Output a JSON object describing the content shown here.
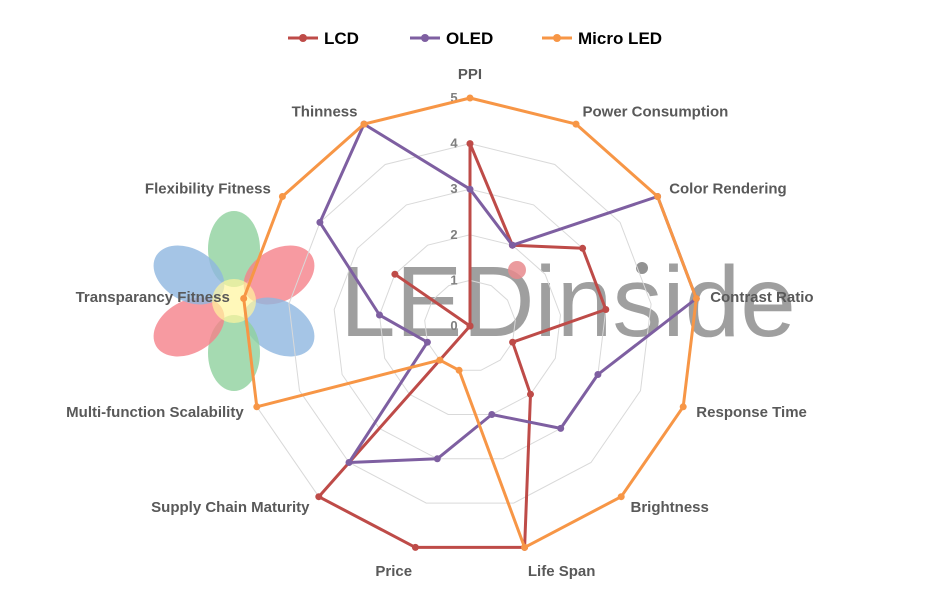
{
  "chart_data": {
    "type": "radar",
    "axes": [
      "PPI",
      "Power Consumption",
      "Color Rendering",
      "Contrast Ratio",
      "Response Time",
      "Brightness",
      "Life Span",
      "Price",
      "Supply Chain Maturity",
      "Multi-function Scalability",
      "Transparancy Fitness",
      "Flexibility Fitness",
      "Thinness"
    ],
    "rlim": [
      0,
      5
    ],
    "ticks": [
      "0",
      "1",
      "2",
      "3",
      "4",
      "5"
    ],
    "grid": true,
    "legend_position": "top",
    "series": [
      {
        "name": "LCD",
        "color": "#be4b48",
        "values": [
          4,
          2,
          3,
          3,
          1,
          2,
          5,
          5,
          5,
          0,
          0,
          2,
          0
        ]
      },
      {
        "name": "OLED",
        "color": "#7e5fa1",
        "values": [
          3,
          2,
          5,
          5,
          3,
          3,
          2,
          3,
          4,
          1,
          2,
          4,
          5
        ]
      },
      {
        "name": "Micro LED",
        "color": "#f79646",
        "values": [
          5,
          5,
          5,
          5,
          5,
          5,
          5,
          1,
          1,
          5,
          5,
          5,
          5
        ]
      }
    ]
  },
  "watermark": {
    "text": "LEDinside"
  }
}
